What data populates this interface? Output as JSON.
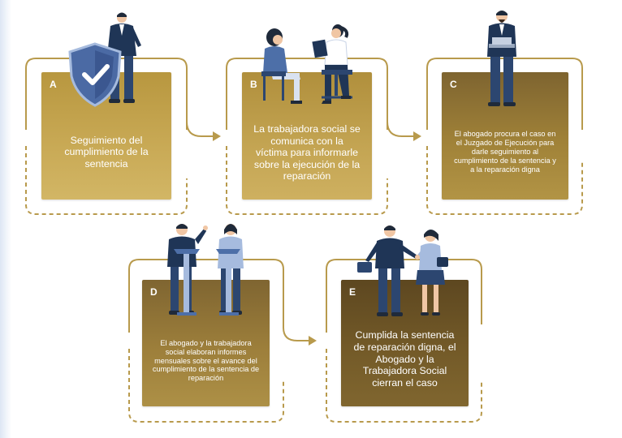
{
  "colors": {
    "gold_light": "#c9aa52",
    "gold_mid": "#ad8e3e",
    "gold_dark": "#6d5526",
    "navy": "#1f3556",
    "blue": "#4d6fa8",
    "light_blue": "#a6bbde",
    "skin": "#f0c6a4"
  },
  "steps": [
    {
      "letter": "A",
      "text": "Seguimiento del cumplimiento de la sentencia"
    },
    {
      "letter": "B",
      "text": "La trabajadora social se comunica con la víctima para informarle sobre la ejecución de la reparación"
    },
    {
      "letter": "C",
      "text": "El abogado procura el caso en el Juzgado de Ejecución para darle seguimiento al cumplimiento de la sentencia y a la reparación digna"
    },
    {
      "letter": "D",
      "text": "El abogado y la trabajadora social elaboran informes mensuales sobre el avance del cumplimiento de la sentencia de reparación"
    },
    {
      "letter": "E",
      "text": "Cumplida la sentencia de reparación digna, el Abogado y la Trabajadora Social cierran el caso"
    }
  ],
  "icons": [
    "shield-check-icon"
  ]
}
